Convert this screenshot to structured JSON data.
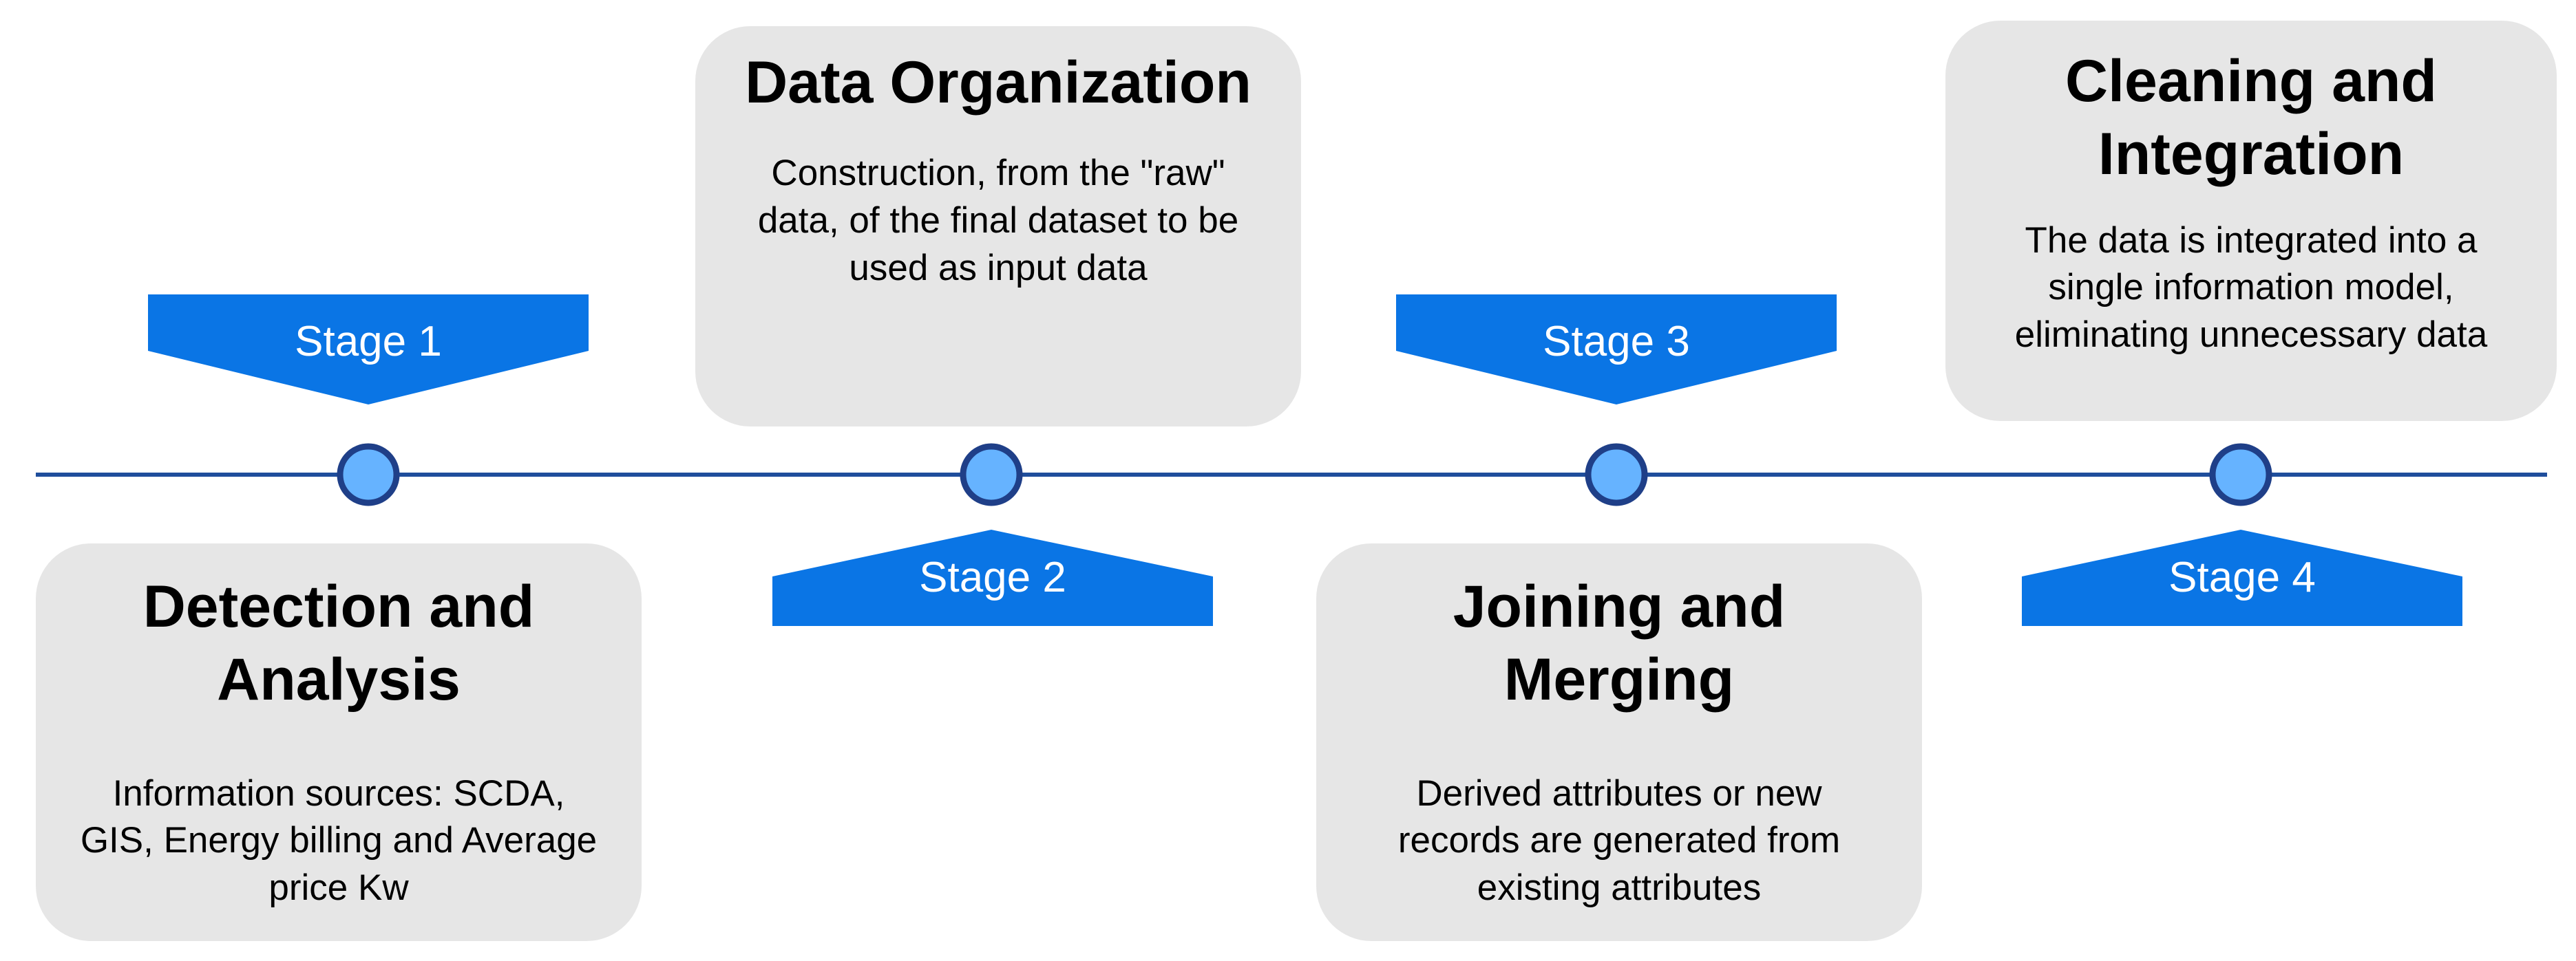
{
  "colors": {
    "accent": "#0a75e5",
    "line": "#1f4e9c",
    "node_fill": "#66b3ff",
    "node_stroke": "#1f3f88",
    "card": "#e6e6e6"
  },
  "stages": [
    {
      "label": "Stage 1",
      "title": "Detection and Analysis",
      "description": "Information sources: SCDA, GIS, Energy billing and Average price Kw"
    },
    {
      "label": "Stage 2",
      "title": "Data Organization",
      "description": "Construction, from the \"raw\" data, of the final dataset to be used as input data"
    },
    {
      "label": "Stage 3",
      "title": "Joining and Merging",
      "description": "Derived attributes or new records are generated from existing attributes"
    },
    {
      "label": "Stage 4",
      "title": "Cleaning and Integration",
      "description": "The data is integrated into a single information model, eliminating unnecessary data"
    }
  ]
}
